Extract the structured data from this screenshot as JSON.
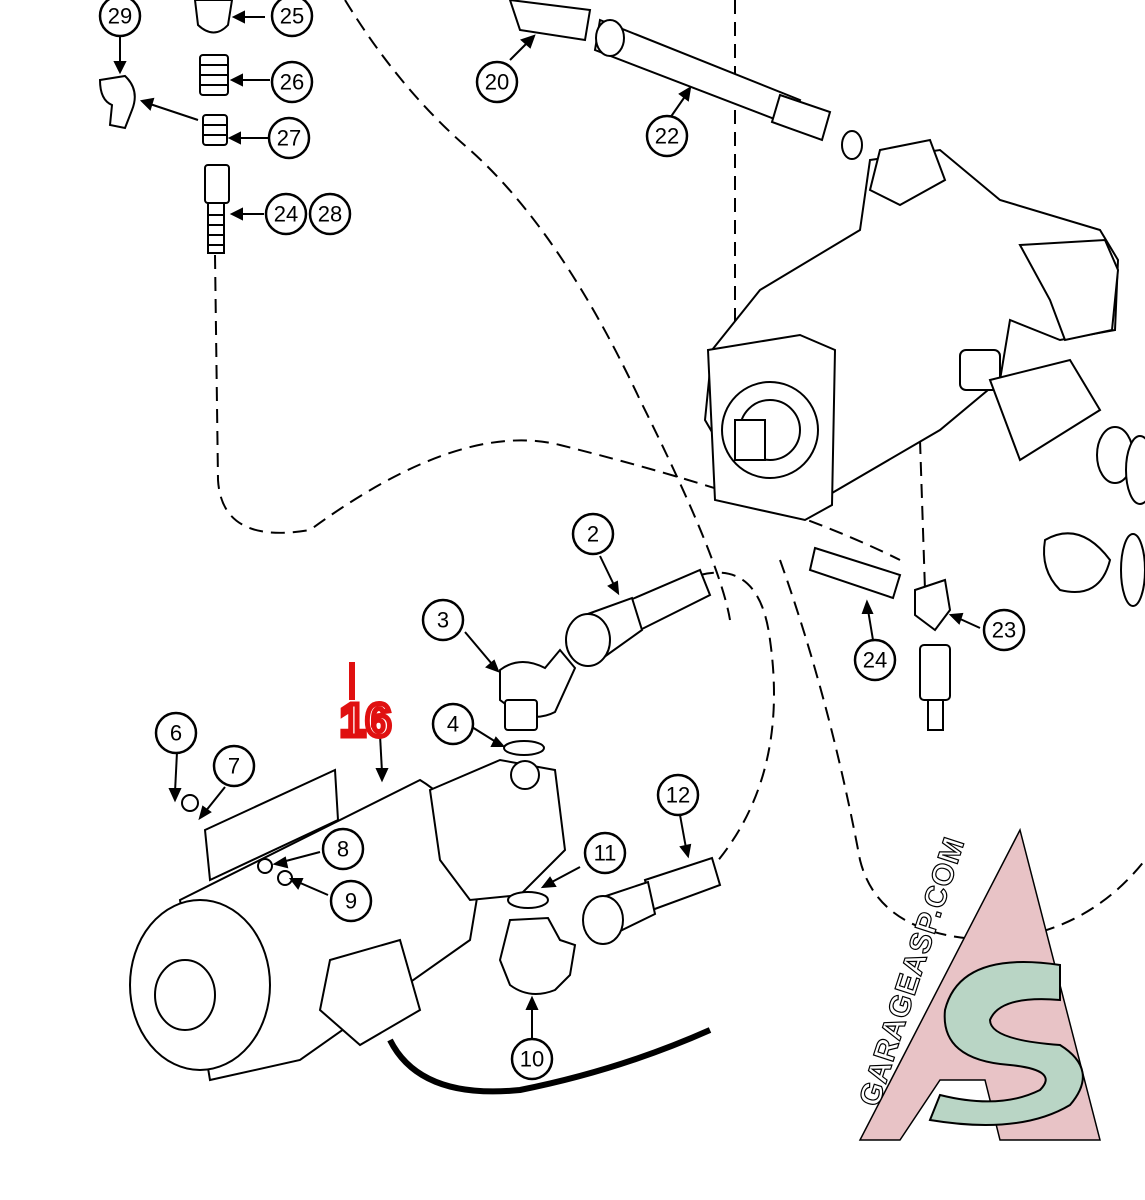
{
  "callouts": [
    {
      "id": "c29",
      "label": "29"
    },
    {
      "id": "c25",
      "label": "25"
    },
    {
      "id": "c26",
      "label": "26"
    },
    {
      "id": "c27",
      "label": "27"
    },
    {
      "id": "c24a",
      "label": "24"
    },
    {
      "id": "c28",
      "label": "28"
    },
    {
      "id": "c20",
      "label": "20"
    },
    {
      "id": "c22",
      "label": "22"
    },
    {
      "id": "c2",
      "label": "2"
    },
    {
      "id": "c3",
      "label": "3"
    },
    {
      "id": "c4",
      "label": "4"
    },
    {
      "id": "c24b",
      "label": "24"
    },
    {
      "id": "c23",
      "label": "23"
    },
    {
      "id": "c6",
      "label": "6"
    },
    {
      "id": "c7",
      "label": "7"
    },
    {
      "id": "c8",
      "label": "8"
    },
    {
      "id": "c9",
      "label": "9"
    },
    {
      "id": "c11",
      "label": "11"
    },
    {
      "id": "c12",
      "label": "12"
    },
    {
      "id": "c10",
      "label": "10"
    }
  ],
  "handwritten_label": "16",
  "handwritten_color": "#e01010",
  "watermark": {
    "text": "GARAGEASP.COM",
    "logo_letters": "AS",
    "colors": {
      "a": "#e8c3c6",
      "s": "#b9d5c5",
      "outline": "#000000"
    }
  }
}
